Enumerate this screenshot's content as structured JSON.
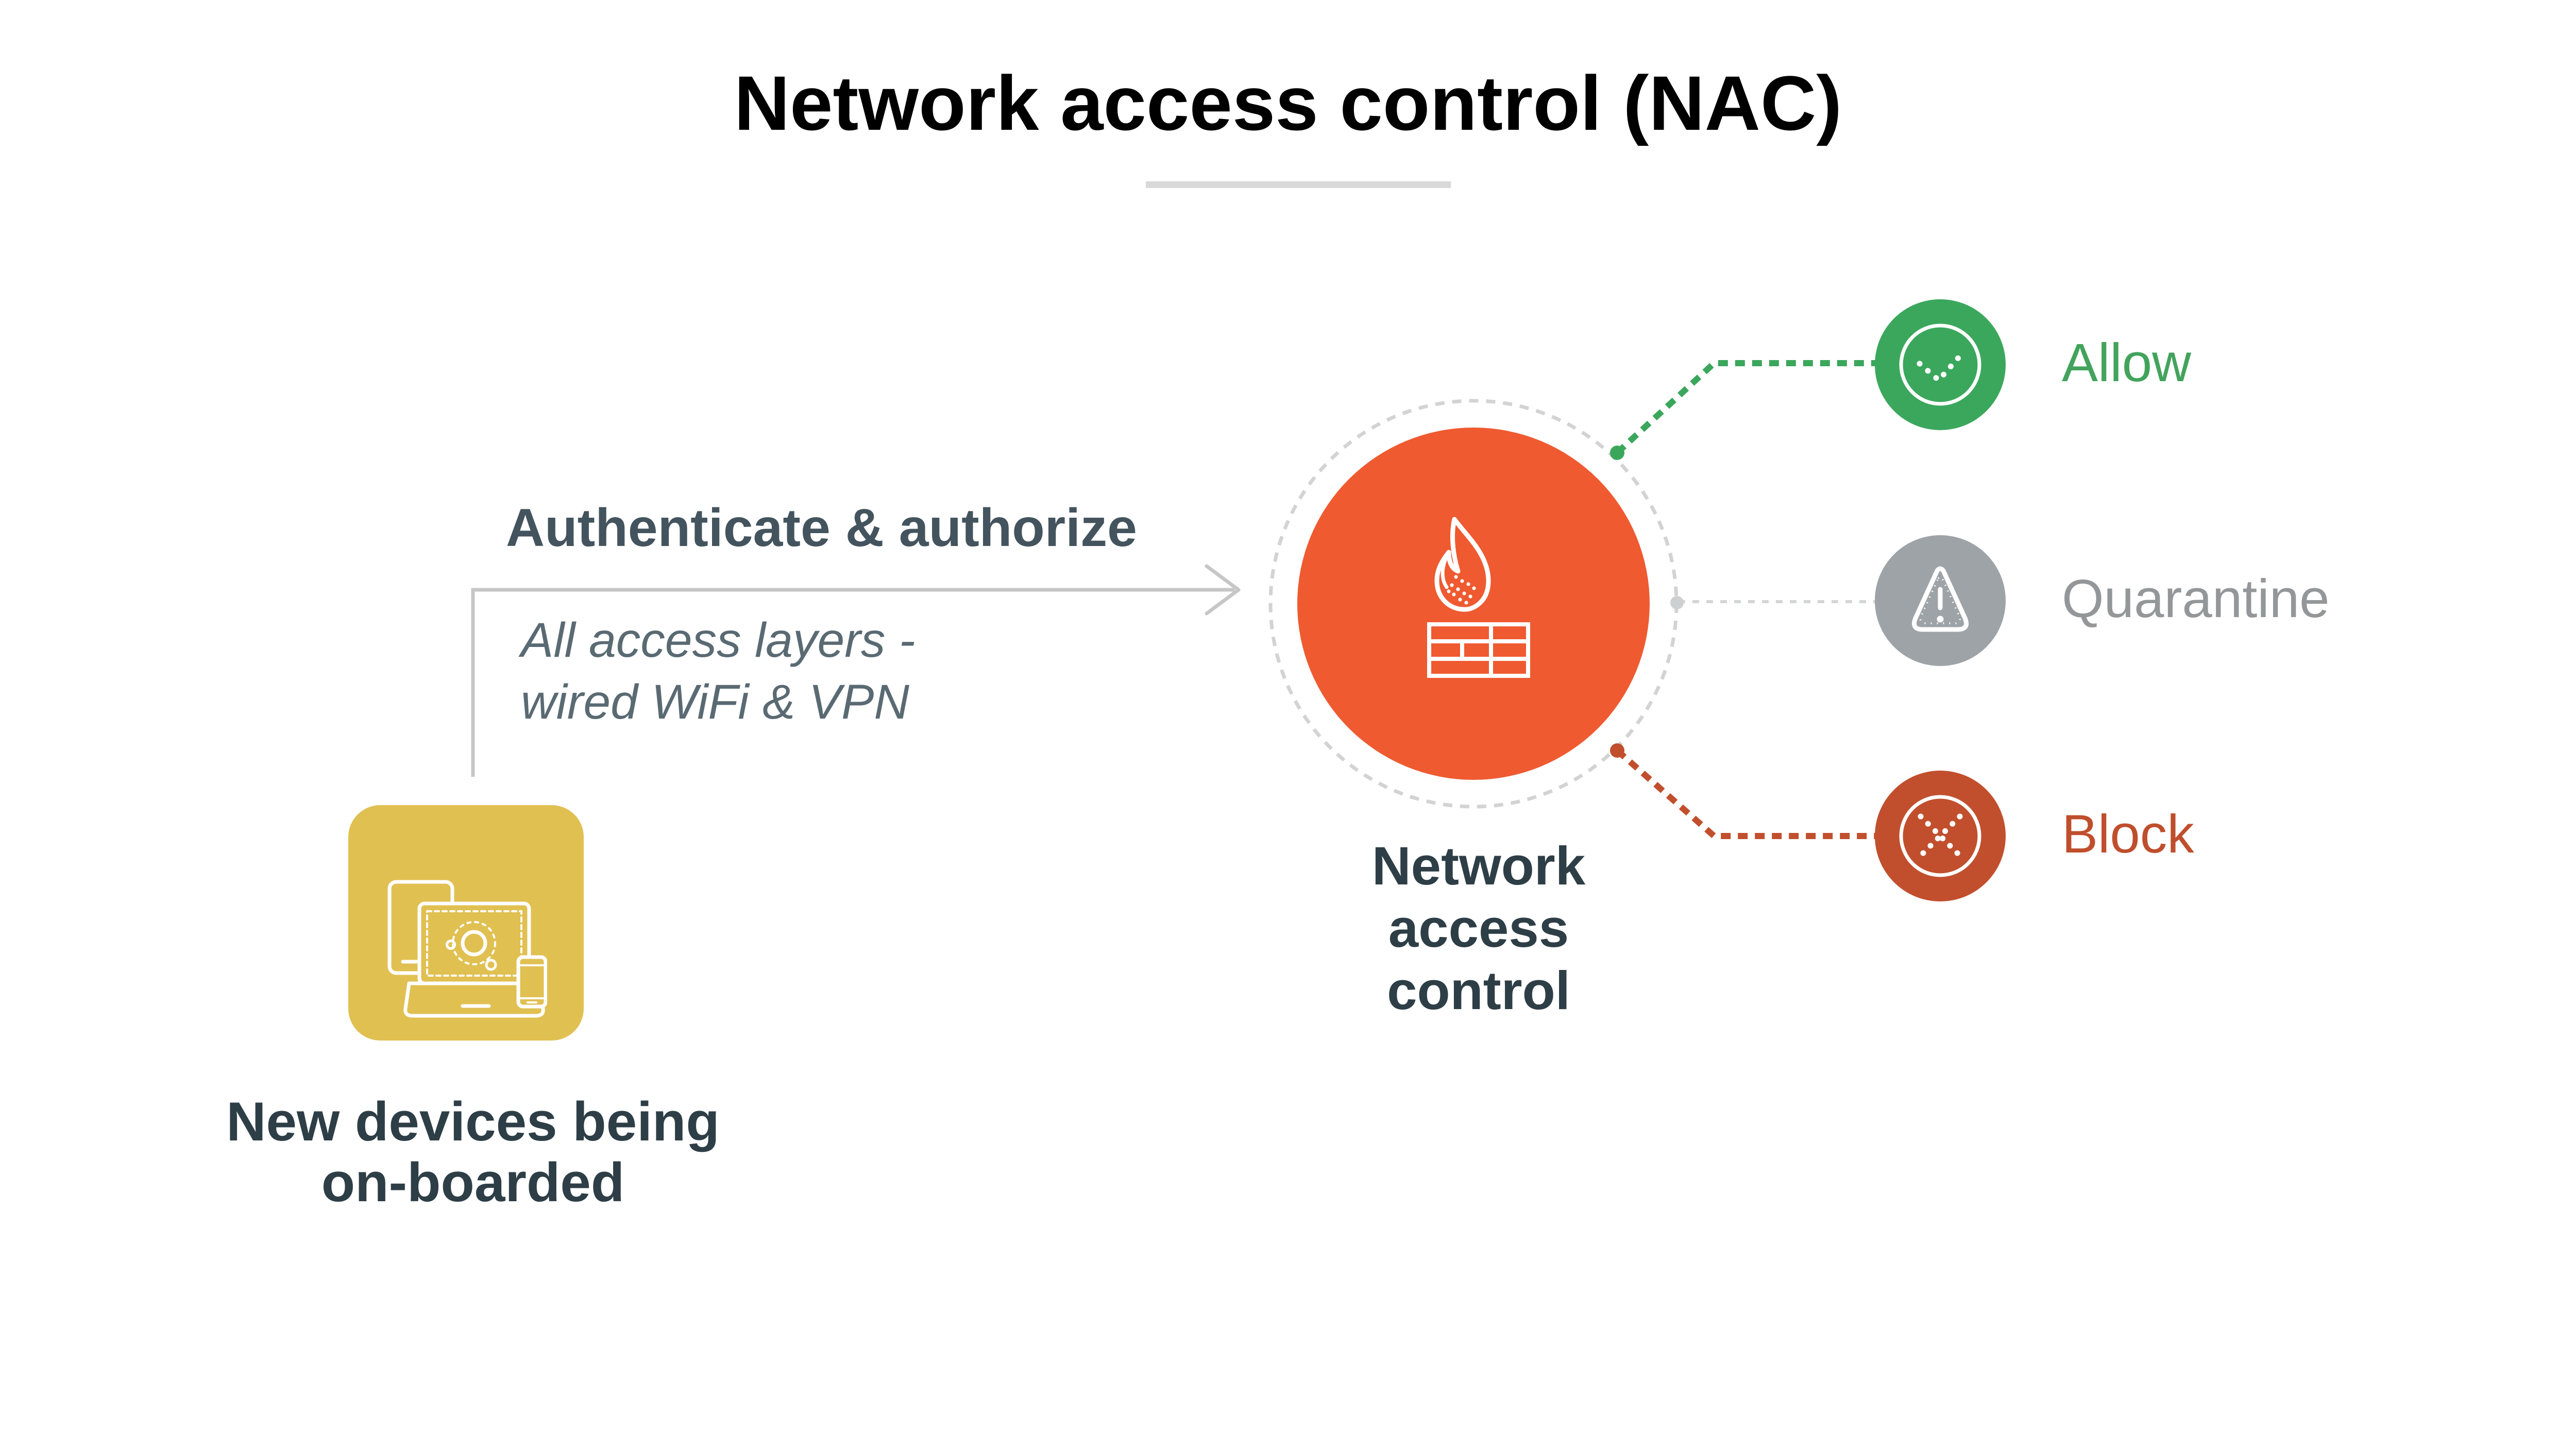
{
  "title": "Network access control (NAC)",
  "palette": {
    "title_text": "#000000",
    "underline": "#D9D9D9",
    "hub_orange": "#EF5A31",
    "device_yellow": "#E1C052",
    "allow_green": "#3BA75C",
    "quarantine_gray": "#9EA3A7",
    "block_red": "#C14F2D",
    "connector_light_gray": "#D3D5D6",
    "dashed_ring_gray": "#D3D3D3",
    "arrow_gray": "#C6C6C6",
    "dark_text": "#2E3E47",
    "heading_text": "#44545E",
    "subtext_italic": "#5A6A73",
    "icon_stroke": "#FFFFFF"
  },
  "source": {
    "icon": "devices-icon",
    "label_line1": "New devices being",
    "label_line2": "on-boarded"
  },
  "arrow": {
    "heading": "Authenticate & authorize",
    "subtext_line1": "All access layers -",
    "subtext_line2": "wired WiFi & VPN"
  },
  "hub": {
    "icon": "firewall-icon",
    "label_line1": "Network",
    "label_line2": "access",
    "label_line3": "control"
  },
  "outcomes": [
    {
      "label": "Allow",
      "icon": "check-icon",
      "color": "#3BA75C"
    },
    {
      "label": "Quarantine",
      "icon": "warning-icon",
      "color": "#9EA3A7"
    },
    {
      "label": "Block",
      "icon": "cross-icon",
      "color": "#C14F2D"
    }
  ]
}
